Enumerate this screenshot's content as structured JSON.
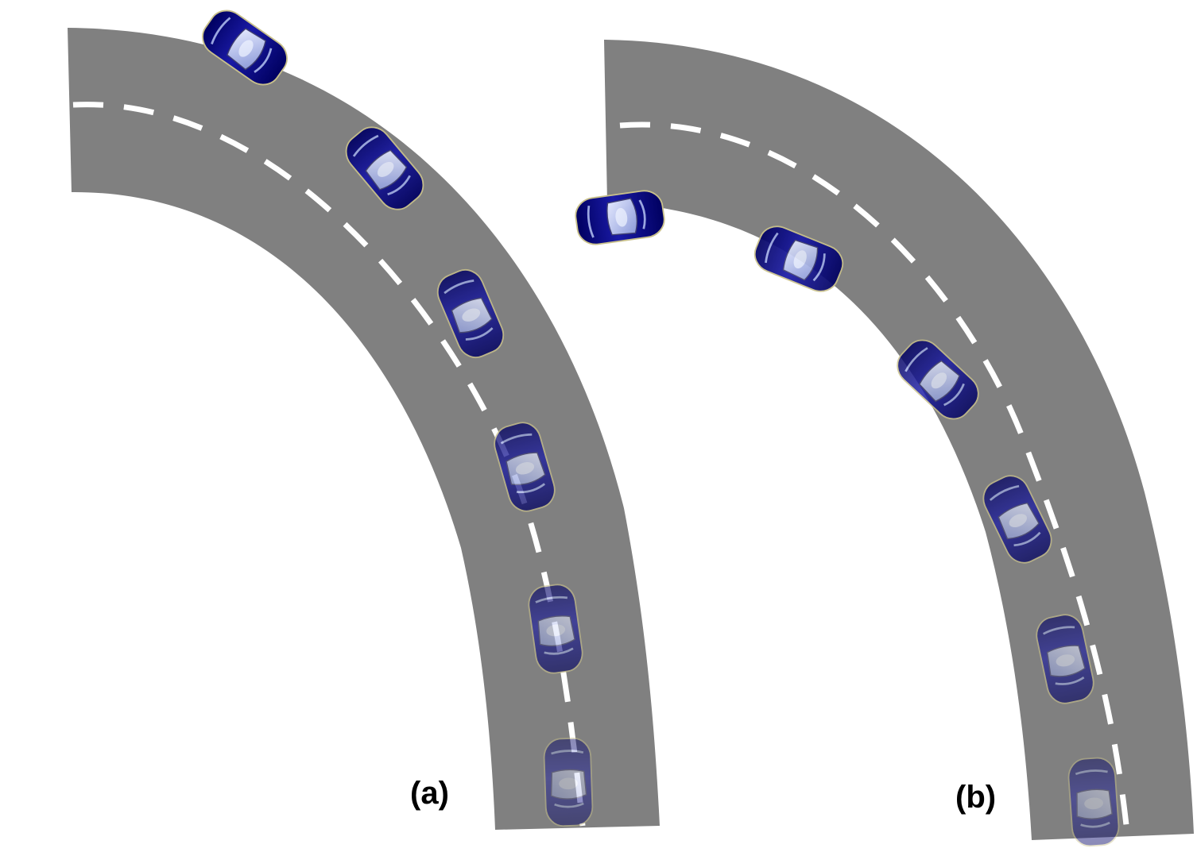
{
  "panels": [
    {
      "id": "a",
      "label": "(a)"
    },
    {
      "id": "b",
      "label": "(b)"
    }
  ],
  "colors": {
    "road": "#808080",
    "lane_marking": "#ffffff",
    "car_body": "#0a0a8c",
    "car_glass": "#b8c4f0",
    "background": "#ffffff"
  },
  "icons": {
    "vehicle": "car-top-view-icon"
  }
}
